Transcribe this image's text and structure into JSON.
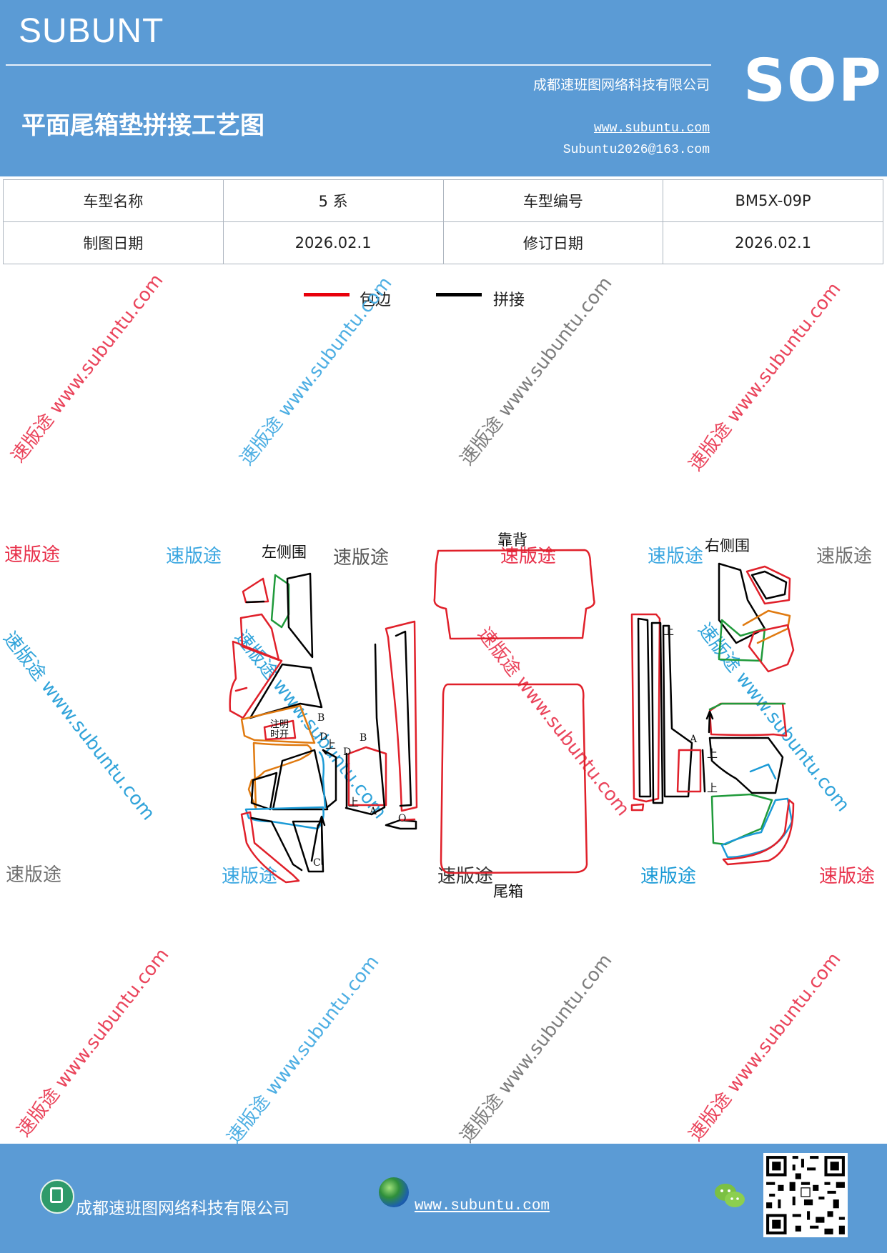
{
  "header": {
    "brand": "SUBUNT",
    "company": "成都速班图网络科技有限公司",
    "title": "平面尾箱垫拼接工艺图",
    "website": "www.subuntu.com",
    "email": "Subuntu2026@163.com",
    "badge": "SOP",
    "background_color": "#5b9bd5"
  },
  "info_table": {
    "rows": [
      {
        "label1": "车型名称",
        "value1": "5 系",
        "label2": "车型编号",
        "value2": "BM5X-09P"
      },
      {
        "label1": "制图日期",
        "value1": "2026.02.1",
        "label2": "修订日期",
        "value2": "2026.02.1"
      }
    ]
  },
  "legend": {
    "items": [
      {
        "label": "包边",
        "color": "#e8000b"
      },
      {
        "label": "拼接",
        "color": "#000000"
      }
    ]
  },
  "watermarks": {
    "diagonal_text": "速版途 www.subuntu.com",
    "horizontal_text": "速版途",
    "colors": [
      "#e8304a",
      "#3aa6e0",
      "#707070"
    ]
  },
  "diagram": {
    "labels": {
      "left_side": "左侧围",
      "right_side": "右侧围",
      "backrest": "靠背",
      "trunk": "尾箱",
      "note_line1": "注明",
      "note_line2": "时开",
      "letter_b1": "B",
      "letter_b2": "B",
      "letter_d1": "D",
      "letter_d2": "D",
      "letter_a1": "A",
      "letter_a2": "A",
      "letter_c": "C",
      "letter_o": "O",
      "up1": "上",
      "up2": "上",
      "up3": "上",
      "up4": "上",
      "up5": "上"
    },
    "stroke_colors": {
      "edge": "#e0202a",
      "seam": "#111111",
      "green": "#1f9a3a",
      "orange": "#e07a10",
      "blue": "#1a9ad6"
    }
  },
  "footer": {
    "company": "成都速班图网络科技有限公司",
    "website": "www.subuntu.com",
    "icons": [
      "building-icon",
      "globe-icon",
      "wechat-icon",
      "qr-code"
    ]
  }
}
